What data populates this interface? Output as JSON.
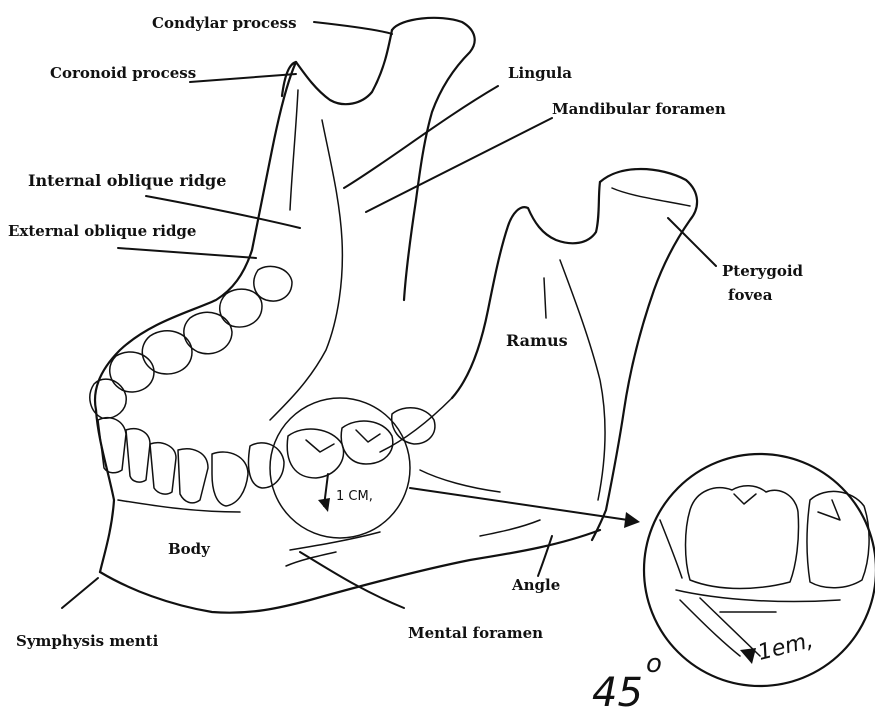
{
  "labels": {
    "condylar_process": "Condylar process",
    "coronoid_process": "Coronoid process",
    "lingula": "Lingula",
    "mandibular_foramen": "Mandibular foramen",
    "internal_oblique_ridge": "Internal oblique ridge",
    "external_oblique_ridge": "External oblique ridge",
    "pterygoid_fovea_line1": "Pterygoid",
    "pterygoid_fovea_line2": "fovea",
    "ramus": "Ramus",
    "body": "Body",
    "angle": "Angle",
    "symphysis_menti": "Symphysis menti",
    "mental_foramen": "Mental foramen"
  },
  "annotations": {
    "distance": "1 CM,",
    "handwritten_angle": "45",
    "handwritten_degree": "o",
    "handwritten_unit": "1em,"
  },
  "colors": {
    "ink": "#111111",
    "background": "#ffffff"
  }
}
